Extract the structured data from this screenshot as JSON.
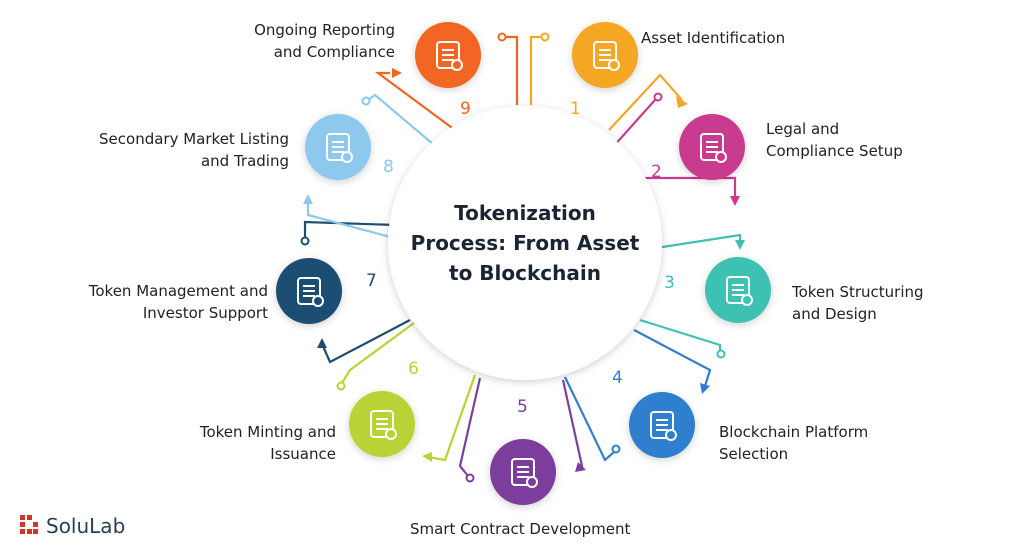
{
  "title": "Tokenization Process: From Asset to Blockchain",
  "title_lines": [
    "Tokenization",
    "Process: From Asset",
    "to Blockchain"
  ],
  "steps": [
    {
      "number": "1",
      "lines": [
        "Asset Identification"
      ],
      "color": "#f5a623",
      "icon": "magnifier-document-icon"
    },
    {
      "number": "2",
      "lines": [
        "Legal and",
        "Compliance Setup"
      ],
      "color": "#c93a8f",
      "icon": "gavel-document-icon"
    },
    {
      "number": "3",
      "lines": [
        "Token Structuring",
        "and Design"
      ],
      "color": "#3ec1b2",
      "icon": "browser-design-icon"
    },
    {
      "number": "4",
      "lines": [
        "Blockchain Platform",
        "Selection"
      ],
      "color": "#2f7fce",
      "icon": "blockchain-cursor-icon"
    },
    {
      "number": "5",
      "lines": [
        "Smart Contract Development"
      ],
      "color": "#7b3e9c",
      "icon": "contract-scroll-icon"
    },
    {
      "number": "6",
      "lines": [
        "Token Minting and",
        "Issuance"
      ],
      "color": "#b7d334",
      "icon": "coin-stack-icon"
    },
    {
      "number": "7",
      "lines": [
        "Token Management and",
        "Investor Support"
      ],
      "color": "#1e4d72",
      "icon": "bitcoin-hand-icon"
    },
    {
      "number": "8",
      "lines": [
        "Secondary Market Listing",
        "and Trading"
      ],
      "color": "#8ec8ec",
      "icon": "trading-book-icon"
    },
    {
      "number": "9",
      "lines": [
        "Ongoing Reporting",
        "and Compliance"
      ],
      "color": "#f26522",
      "icon": "report-shield-icon"
    }
  ],
  "brand": {
    "name": "SoluLab",
    "color": "#d0342c"
  }
}
